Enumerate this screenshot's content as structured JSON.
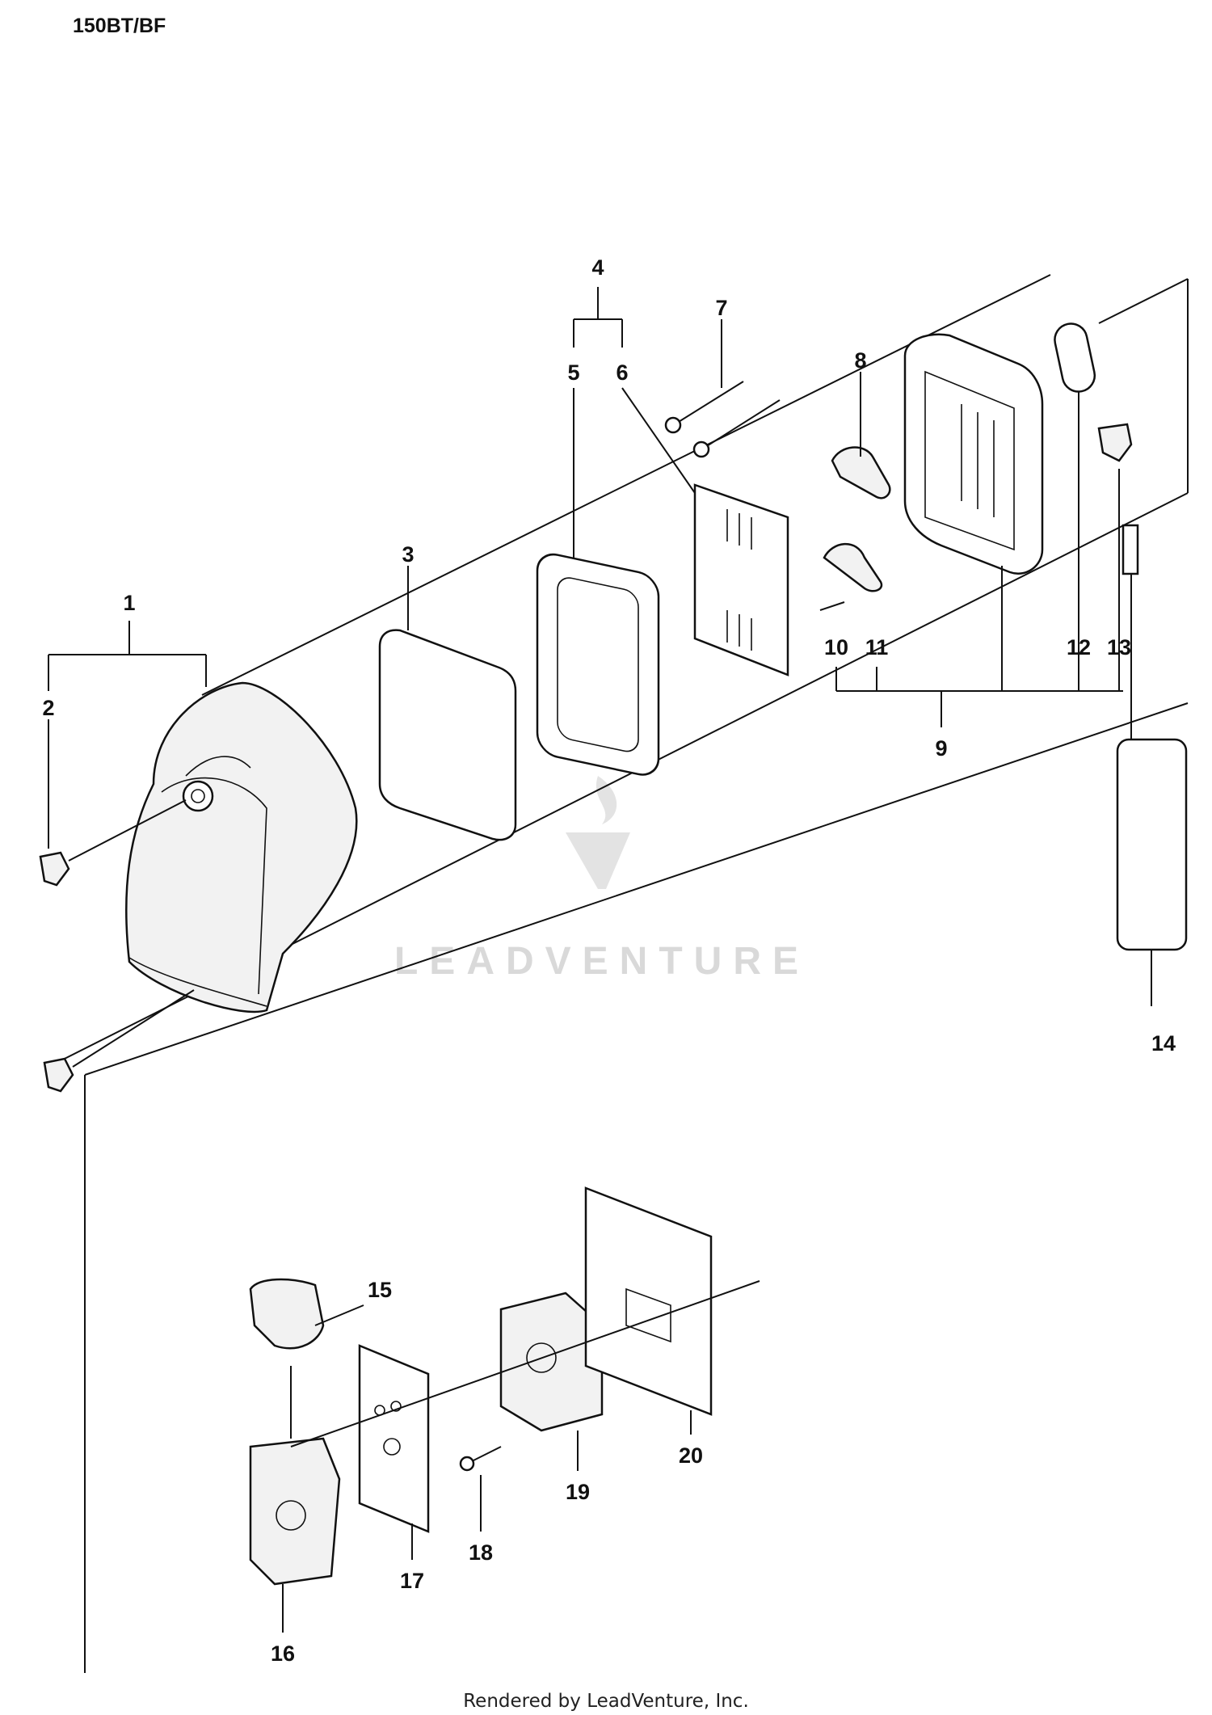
{
  "title": "150BT/BF",
  "watermark": "LEADVENTURE",
  "footer": "Rendered by LeadVenture, Inc.",
  "callouts": [
    "1",
    "2",
    "3",
    "4",
    "5",
    "6",
    "7",
    "8",
    "9",
    "10",
    "11",
    "12",
    "13",
    "14",
    "15",
    "16",
    "17",
    "18",
    "19",
    "20"
  ]
}
